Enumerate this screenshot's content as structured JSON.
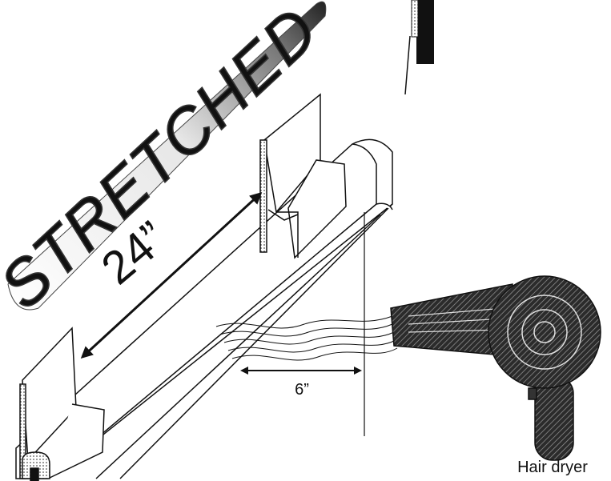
{
  "diagram": {
    "stretched_word": "STRETCHED",
    "length_label": "24”",
    "distance_label": "6”",
    "dryer_label": "Hair dryer"
  },
  "icons": {
    "dryer": "hair-dryer-icon",
    "arrow": "double-arrow"
  },
  "colors": {
    "line": "#111111",
    "background": "#ffffff",
    "dark_fill": "#222222",
    "hatch": "#555555"
  }
}
